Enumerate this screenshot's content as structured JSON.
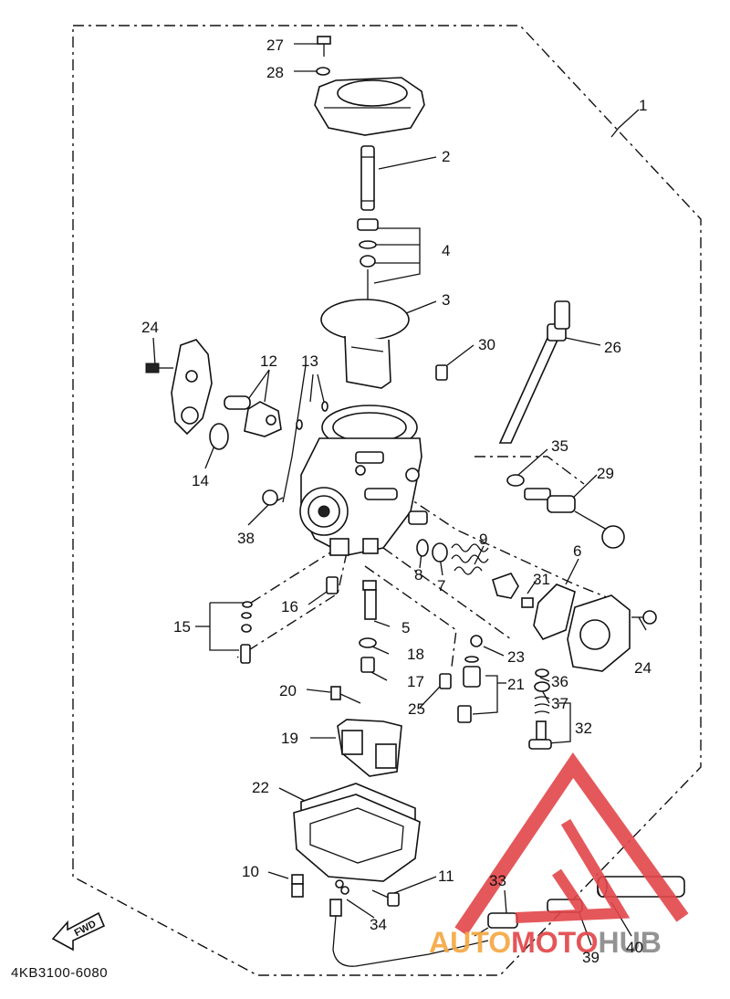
{
  "diagram": {
    "part_code": "4KB3100-6080",
    "fwd_label": "FWD",
    "watermark": {
      "part1": "AUTO",
      "part2": "MOTO",
      "part3": "HUB",
      "colors": {
        "red": "#e2474a",
        "orange": "#f5a843",
        "gray": "#8a8a8a"
      }
    },
    "callouts": [
      "1",
      "2",
      "3",
      "4",
      "5",
      "6",
      "7",
      "8",
      "9",
      "10",
      "11",
      "12",
      "13",
      "14",
      "15",
      "16",
      "17",
      "18",
      "19",
      "20",
      "21",
      "22",
      "23",
      "24",
      "24",
      "25",
      "26",
      "27",
      "28",
      "29",
      "30",
      "31",
      "32",
      "33",
      "34",
      "35",
      "36",
      "37",
      "38",
      "39",
      "40"
    ]
  }
}
